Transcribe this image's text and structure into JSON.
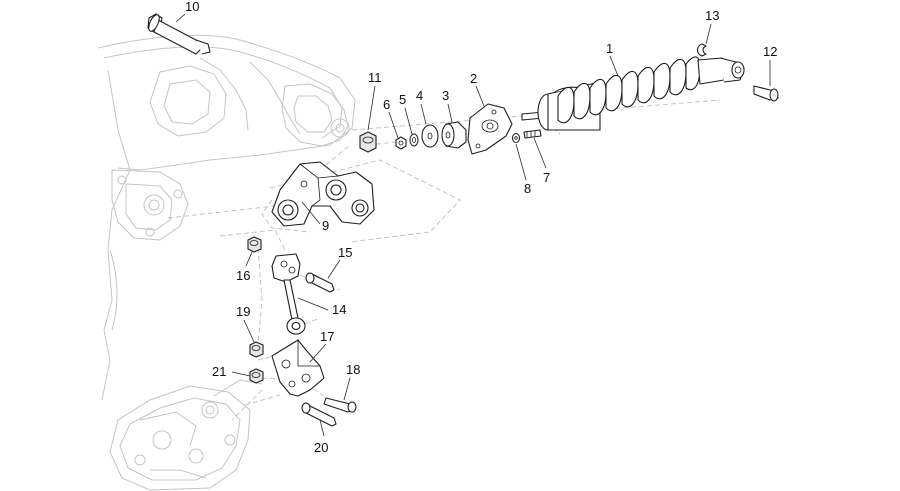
{
  "parts": [
    {
      "id": "part-1",
      "number": "1"
    },
    {
      "id": "part-2",
      "number": "2"
    },
    {
      "id": "part-3",
      "number": "3"
    },
    {
      "id": "part-4",
      "number": "4"
    },
    {
      "id": "part-5",
      "number": "5"
    },
    {
      "id": "part-6",
      "number": "6"
    },
    {
      "id": "part-7",
      "number": "7"
    },
    {
      "id": "part-8",
      "number": "8"
    },
    {
      "id": "part-9",
      "number": "9"
    },
    {
      "id": "part-10",
      "number": "10"
    },
    {
      "id": "part-11",
      "number": "11"
    },
    {
      "id": "part-12",
      "number": "12"
    },
    {
      "id": "part-13",
      "number": "13"
    },
    {
      "id": "part-14",
      "number": "14"
    },
    {
      "id": "part-15",
      "number": "15"
    },
    {
      "id": "part-16",
      "number": "16"
    },
    {
      "id": "part-17",
      "number": "17"
    },
    {
      "id": "part-18",
      "number": "18"
    },
    {
      "id": "part-19",
      "number": "19"
    },
    {
      "id": "part-20",
      "number": "20"
    },
    {
      "id": "part-21",
      "number": "21"
    }
  ]
}
